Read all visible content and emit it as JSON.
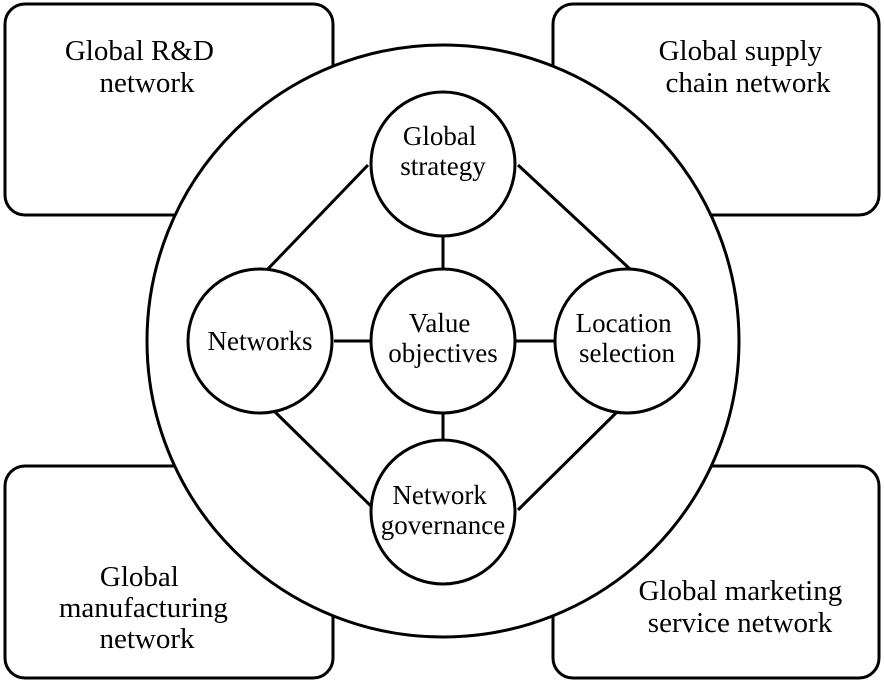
{
  "corners": {
    "rd": {
      "lines": [
        "Global R&D",
        "network"
      ]
    },
    "supply": {
      "lines": [
        "Global supply",
        "chain network"
      ]
    },
    "manufacturing": {
      "lines": [
        "Global",
        "manufacturing",
        "network"
      ]
    },
    "marketing": {
      "lines": [
        "Global marketing",
        "service network"
      ]
    }
  },
  "nodes": {
    "strategy": {
      "lines": [
        "Global",
        "strategy"
      ]
    },
    "networks": {
      "lines": [
        "Networks"
      ]
    },
    "value": {
      "lines": [
        "Value",
        "objectives"
      ]
    },
    "location": {
      "lines": [
        "Location",
        "selection"
      ]
    },
    "governance": {
      "lines": [
        "Network",
        "governance"
      ]
    }
  },
  "colors": {
    "stroke": "#000000",
    "fill": "#ffffff"
  }
}
